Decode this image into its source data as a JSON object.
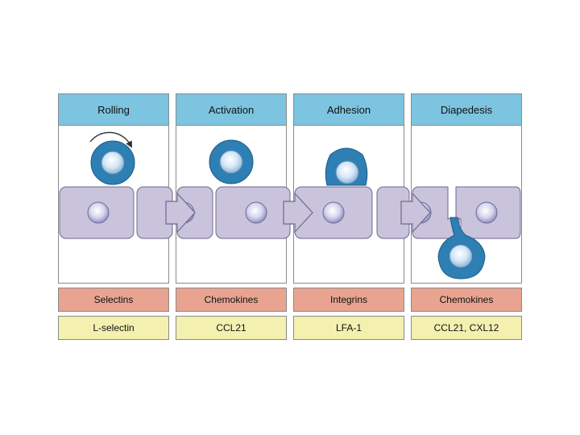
{
  "stages": [
    {
      "title": "Rolling",
      "family": "Selectins",
      "example": "L-selectin"
    },
    {
      "title": "Activation",
      "family": "Chemokines",
      "example": "CCL21"
    },
    {
      "title": "Adhesion",
      "family": "Integrins",
      "example": "LFA-1"
    },
    {
      "title": "Diapedesis",
      "family": "Chemokines",
      "example": "CCL21, CXL12"
    }
  ],
  "colors": {
    "header": "#7cc4e0",
    "family": "#e8a490",
    "example": "#f4f0b0",
    "endothelium": "#c9c3dc",
    "leukocyte": "#2e7fb3",
    "nucleus": "#cfe4f4"
  }
}
